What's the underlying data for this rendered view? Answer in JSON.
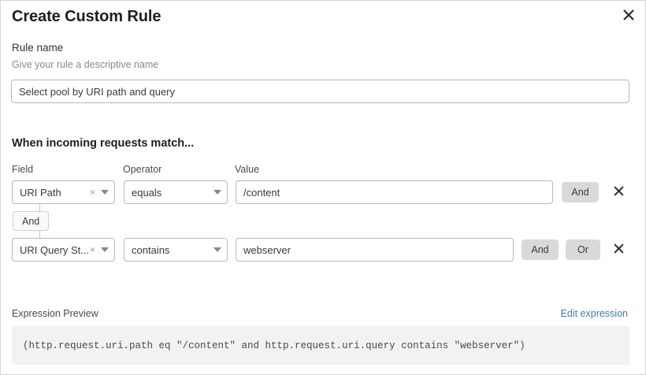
{
  "dialog": {
    "title": "Create Custom Rule",
    "close_icon": "close-icon"
  },
  "rule_name": {
    "label": "Rule name",
    "help": "Give your rule a descriptive name",
    "value": "Select pool by URI path and query",
    "placeholder": "Select pool by URI path and query"
  },
  "match_section": {
    "heading": "When incoming requests match...",
    "columns": {
      "field": "Field",
      "operator": "Operator",
      "value": "Value"
    },
    "connector": {
      "label": "And"
    },
    "rows": [
      {
        "field": "URI Path",
        "clear_icon": "×",
        "operator": "equals",
        "value": "/content",
        "logic_and": "And",
        "delete_icon": "close-icon"
      },
      {
        "field": "URI Query St...",
        "clear_icon": "×",
        "operator": "contains",
        "value": "webserver",
        "logic_and": "And",
        "logic_or": "Or",
        "delete_icon": "close-icon"
      }
    ]
  },
  "expression": {
    "label": "Expression Preview",
    "edit_link": "Edit expression",
    "code": "(http.request.uri.path eq \"/content\" and http.request.uri.query contains \"webserver\")"
  },
  "colors": {
    "link": "#3b7fa8",
    "button_grey": "#d9d9d9",
    "code_bg": "#f2f2f2",
    "border": "#b8b8b8",
    "text": "#1d1f20",
    "muted": "#8a8a8a"
  }
}
